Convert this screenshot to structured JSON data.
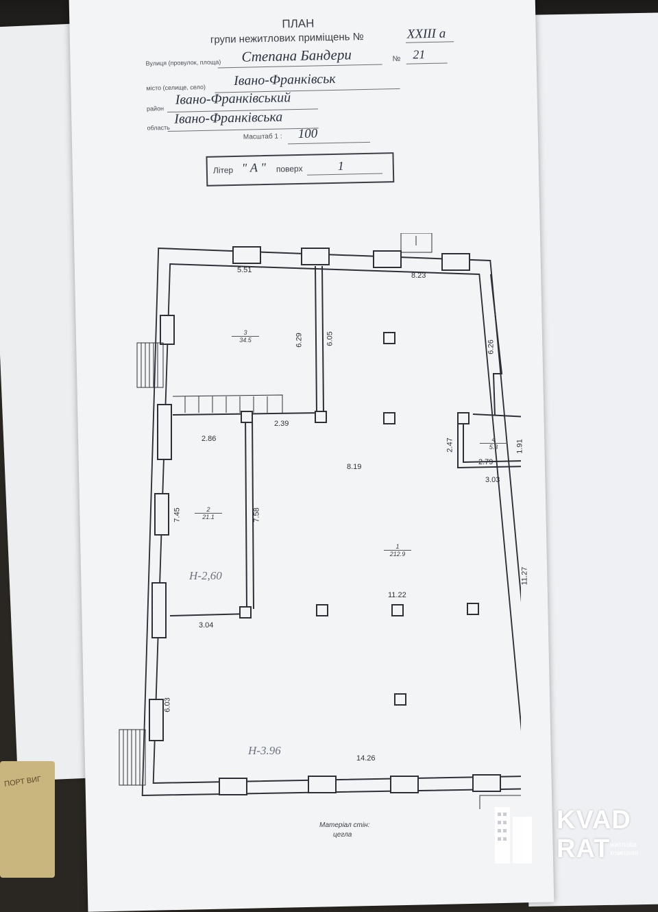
{
  "header": {
    "title": "ПЛАН",
    "subtitle_prefix": "групи нежитлових приміщень №",
    "group_number": "XXIII а"
  },
  "address": {
    "street_label": "Вулиця (провулок, площа)",
    "street_value": "Степана Бандери",
    "number_label": "№",
    "number_value": "21",
    "city_label": "місто (селище, село)",
    "city_value": "Івано-Франківськ",
    "district_label": "район",
    "district_value": "Івано-Франківський",
    "region_label": "область",
    "region_value": "Івано-Франківська",
    "scale_label": "Масштаб 1 :",
    "scale_value": "100"
  },
  "floor_box": {
    "liter_label": "Літер",
    "liter_value": "\"  А  \"",
    "floor_label": "поверх",
    "floor_value": "1"
  },
  "dimensions": {
    "d551": "5.51",
    "d823": "8.23",
    "d629": "6.29",
    "d605": "6.05",
    "d626": "6.26",
    "d286": "2.86",
    "d239": "2.39",
    "d247": "2.47",
    "d191": "1.91",
    "d279": "2.79",
    "d303": "3.03",
    "d819": "8.19",
    "d745": "7.45",
    "d758": "7.58",
    "d1127": "11.27",
    "d1122": "11.22",
    "d304": "3.04",
    "d603": "6.03",
    "d1426": "14.26"
  },
  "rooms": {
    "r3_no": "3",
    "r3_area": "34.5",
    "r2_no": "2",
    "r2_area": "21.1",
    "r4_no": "4",
    "r4_area": "5.3",
    "r1_no": "1",
    "r1_area": "212.9"
  },
  "heights": {
    "h1": "Н-2,60",
    "h2": "Н-3.96"
  },
  "wall_material": {
    "label": "Матеріал стін:",
    "value": "цегла"
  },
  "stamp": {
    "text": "ПОРТ ВИГ"
  },
  "watermark": {
    "line1": "KVAD",
    "line2": "RAT",
    "sub1": "житлова",
    "sub2": "компанія",
    "color": "#ffffff"
  }
}
